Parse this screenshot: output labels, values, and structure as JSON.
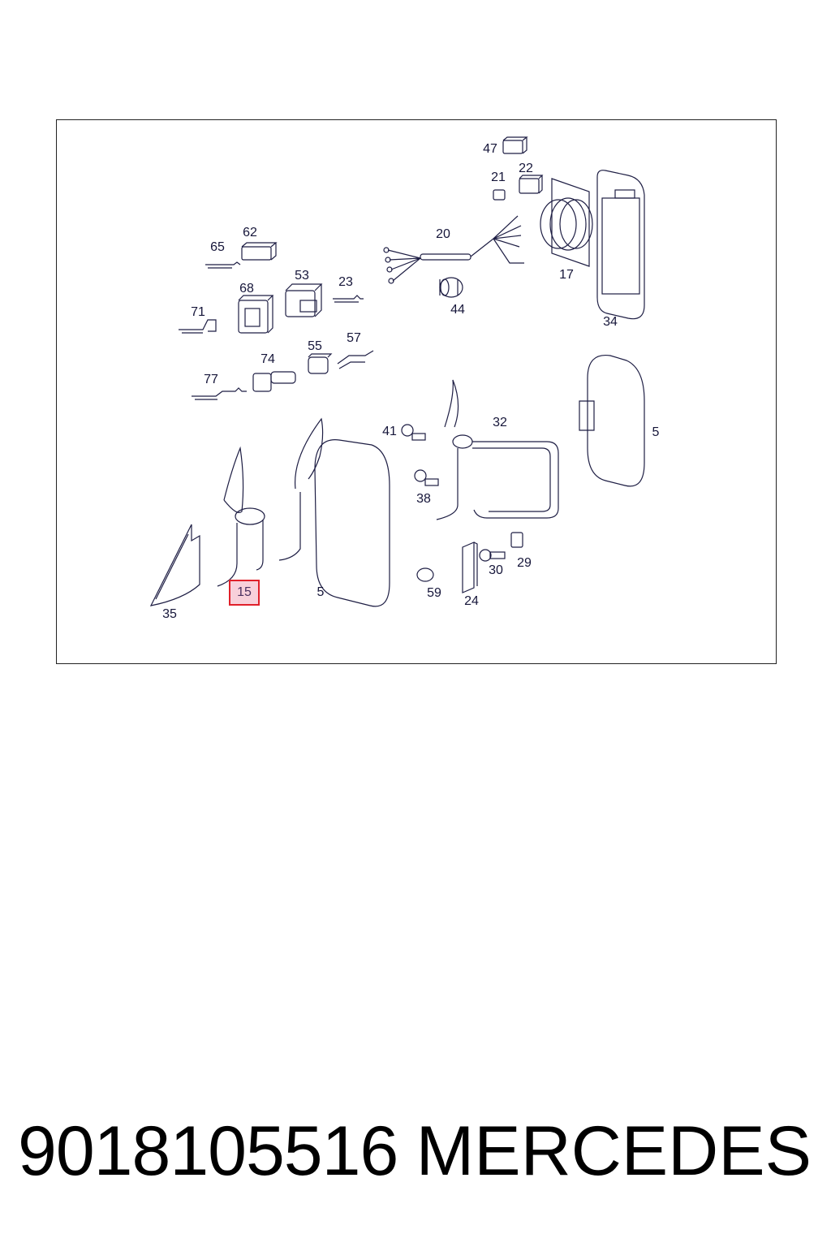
{
  "diagram": {
    "highlight_color": "#e0202a",
    "callouts": [
      {
        "id": "47",
        "text": "47"
      },
      {
        "id": "21",
        "text": "21"
      },
      {
        "id": "22",
        "text": "22"
      },
      {
        "id": "62",
        "text": "62"
      },
      {
        "id": "65",
        "text": "65"
      },
      {
        "id": "20",
        "text": "20"
      },
      {
        "id": "17",
        "text": "17"
      },
      {
        "id": "34",
        "text": "34"
      },
      {
        "id": "53",
        "text": "53"
      },
      {
        "id": "23",
        "text": "23"
      },
      {
        "id": "68",
        "text": "68"
      },
      {
        "id": "44",
        "text": "44"
      },
      {
        "id": "71",
        "text": "71"
      },
      {
        "id": "55",
        "text": "55"
      },
      {
        "id": "57",
        "text": "57"
      },
      {
        "id": "74",
        "text": "74"
      },
      {
        "id": "77",
        "text": "77"
      },
      {
        "id": "41",
        "text": "41"
      },
      {
        "id": "32",
        "text": "32"
      },
      {
        "id": "5a",
        "text": "5"
      },
      {
        "id": "38",
        "text": "38"
      },
      {
        "id": "15",
        "text": "15",
        "highlighted": true
      },
      {
        "id": "5b",
        "text": "5"
      },
      {
        "id": "30",
        "text": "30"
      },
      {
        "id": "29",
        "text": "29"
      },
      {
        "id": "59",
        "text": "59"
      },
      {
        "id": "24",
        "text": "24"
      },
      {
        "id": "35",
        "text": "35"
      }
    ]
  },
  "footer": {
    "part_number": "9018105516",
    "brand": "MERCEDES"
  }
}
